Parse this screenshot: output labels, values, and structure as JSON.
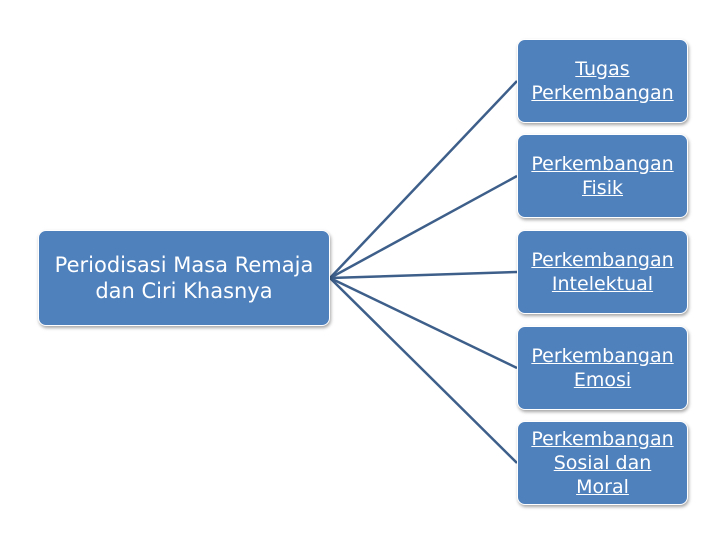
{
  "root": {
    "label": "Periodisasi Masa Remaja\ndan Ciri Khasnya"
  },
  "children": [
    {
      "label": "Tugas\nPerkembangan"
    },
    {
      "label": "Perkembangan\nFisik"
    },
    {
      "label": "Perkembangan\nIntelektual"
    },
    {
      "label": "Perkembangan\nEmosi"
    },
    {
      "label": "Perkembangan\nSosial dan\nMoral"
    }
  ],
  "colors": {
    "box_fill": "#4f81bd",
    "connector": "#3d5f8a",
    "text": "#ffffff"
  }
}
